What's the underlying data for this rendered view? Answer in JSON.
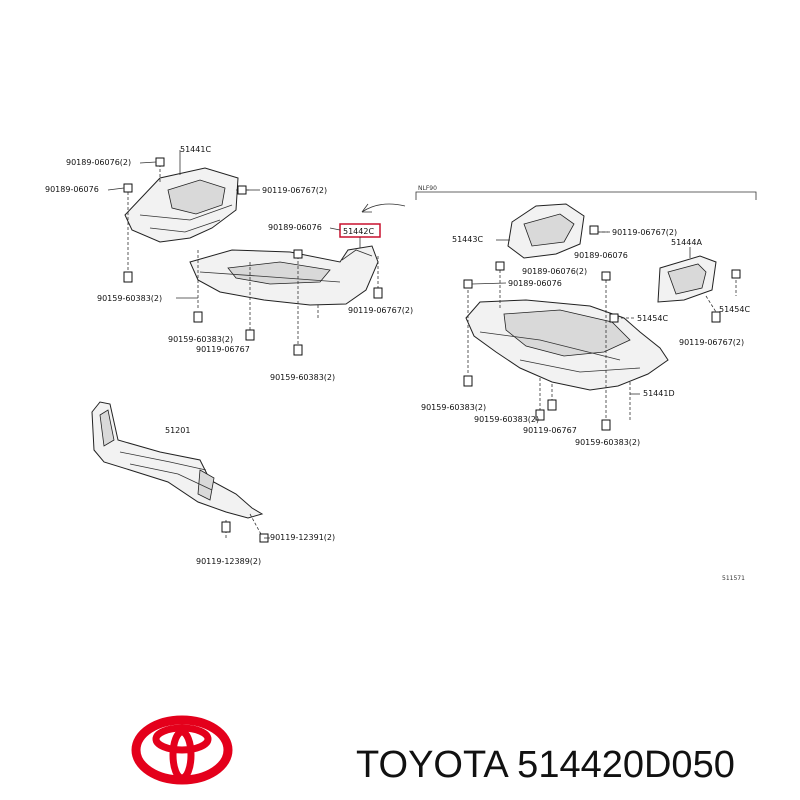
{
  "labels": {
    "p51441C": "51441C",
    "b90189_06076_2_a": "90189-06076(2)",
    "b90189_06076_a": "90189-06076",
    "b90119_06767_2_a": "90119-06767(2)",
    "b90189_06076_b": "90189-06076",
    "p51442C": "51442C",
    "b90159_60383_2_a": "90159-60383(2)",
    "b90119_06767_2_b": "90119-06767(2)",
    "b90159_60383_2_b": "90159-60383(2)",
    "b90119_06767_a": "90119-06767",
    "b90159_60383_2_c": "90159-60383(2)",
    "nlfb": "NLF90",
    "p51443C": "51443C",
    "b90119_06767_2_c": "90119-06767(2)",
    "b90189_06076_c": "90189-06076",
    "p51444A": "51444A",
    "b90189_06076_2_b": "90189-06076(2)",
    "b90189_06076_d": "90189-06076",
    "p51454C_a": "51454C",
    "p51454C_b": "51454C",
    "b90119_06767_2_d": "90119-06767(2)",
    "p51441D": "51441D",
    "b90159_60383_2_d": "90159-60383(2)",
    "b90159_60383_2_e": "90159-60383(2)",
    "b90119_06767_b": "90119-06767",
    "b90159_60383_2_f": "90159-60383(2)",
    "p51201": "51201",
    "b90119_12391_2": "90119-12391(2)",
    "b90119_12389_2": "90119-12389(2)",
    "figcode": "511571"
  },
  "footer": {
    "brand_and_part": "TOYOTA 514420D050"
  },
  "logo": {
    "color": "#e4001b"
  },
  "highlight": {
    "color": "#c8102e"
  }
}
